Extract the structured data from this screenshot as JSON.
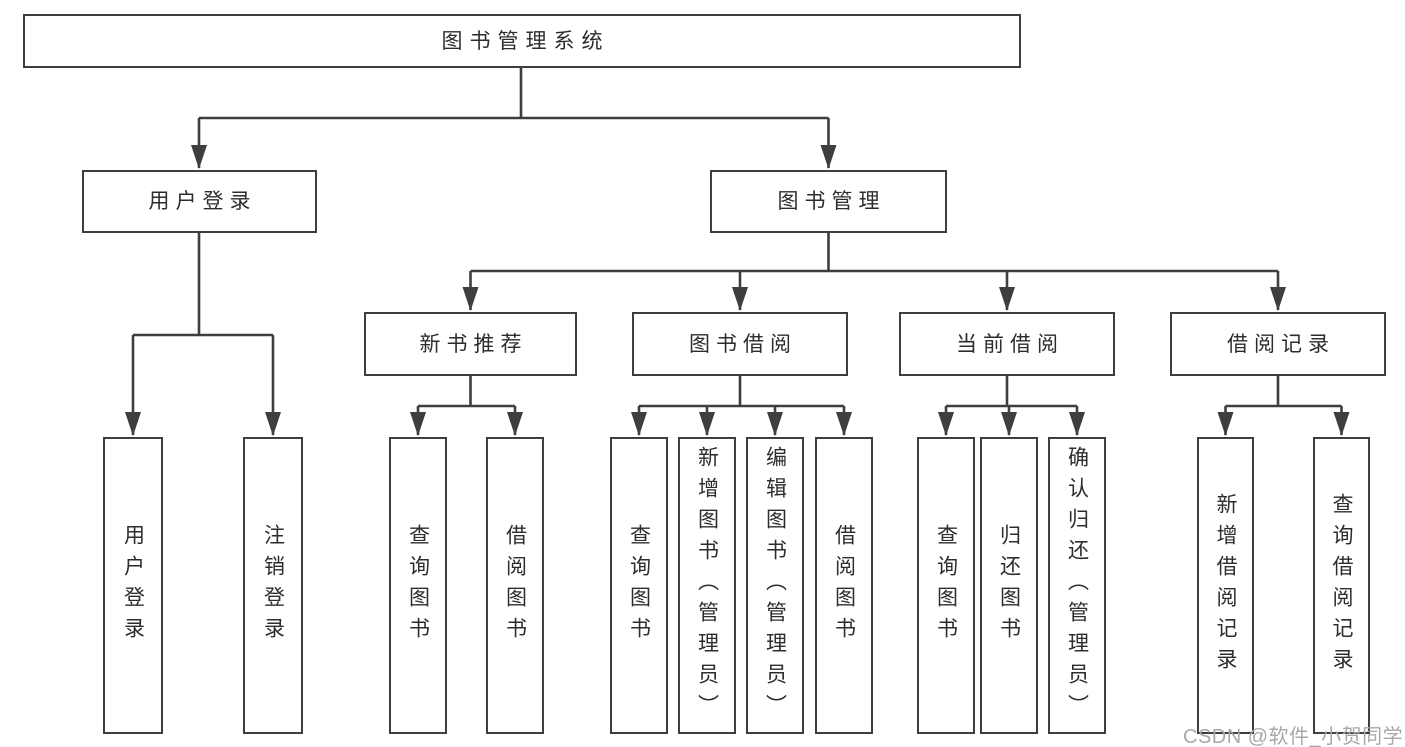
{
  "colors": {
    "line": "#3e3e3e",
    "box_border": "#3e3e3e",
    "text": "#2d2d2d",
    "watermark": "#a8a8a8",
    "background": "#ffffff"
  },
  "nodes": {
    "root": "图书管理系统",
    "level2": {
      "user_login": "用户登录",
      "book_management": "图书管理"
    },
    "level3": {
      "new_book_recommend": "新书推荐",
      "book_borrow": "图书借阅",
      "current_borrow": "当前借阅",
      "borrow_record": "借阅记录"
    },
    "leaves": {
      "user_login": {
        "login": "用户登录",
        "logout": "注销登录"
      },
      "new_book_recommend": {
        "query": "查询图书",
        "borrow": "借阅图书"
      },
      "book_borrow": {
        "query": "查询图书",
        "add_admin": "新增图书（管理员）",
        "edit_admin": "编辑图书（管理员）",
        "borrow": "借阅图书"
      },
      "current_borrow": {
        "query": "查询图书",
        "return": "归还图书",
        "confirm_return_admin": "确认归还（管理员）"
      },
      "borrow_record": {
        "add": "新增借阅记录",
        "query": "查询借阅记录"
      }
    }
  },
  "watermark": "CSDN @软件_小贺同学"
}
